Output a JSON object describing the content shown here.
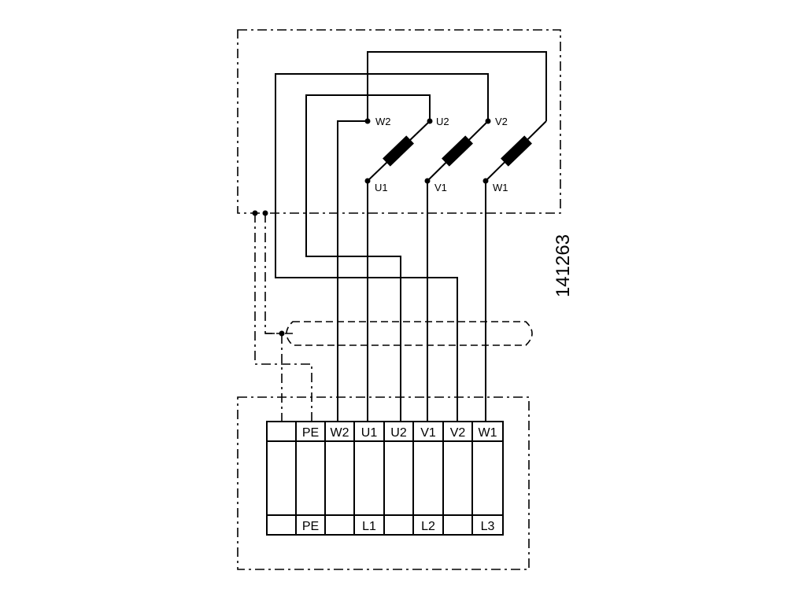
{
  "drawing_number": "141263",
  "motor_terminals": {
    "top": [
      "W2",
      "U2",
      "V2"
    ],
    "bottom": [
      "U1",
      "V1",
      "W1"
    ]
  },
  "terminal_block": {
    "top_labels": [
      "",
      "PE",
      "W2",
      "U1",
      "U2",
      "V1",
      "V2",
      "W1"
    ],
    "bottom_labels": [
      "",
      "PE",
      "",
      "L1",
      "",
      "L2",
      "",
      "L3"
    ]
  }
}
